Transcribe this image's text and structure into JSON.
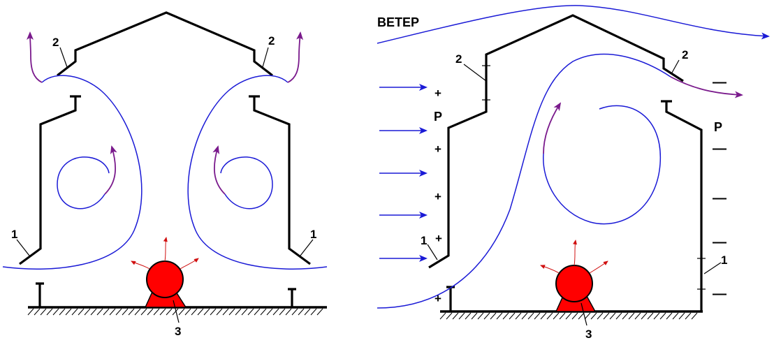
{
  "labels": {
    "wind": "ВЕТЕР",
    "vent_lower": "1",
    "vent_upper": "2",
    "heat_source": "3",
    "pressure": "P",
    "positive": "+",
    "negative": "—"
  },
  "colors": {
    "structure": "#000000",
    "air_flow": "#1a1ad6",
    "warm_flow": "#7a1a8c",
    "heat_source": "#ff0000",
    "heat_rays": "#d01010"
  }
}
